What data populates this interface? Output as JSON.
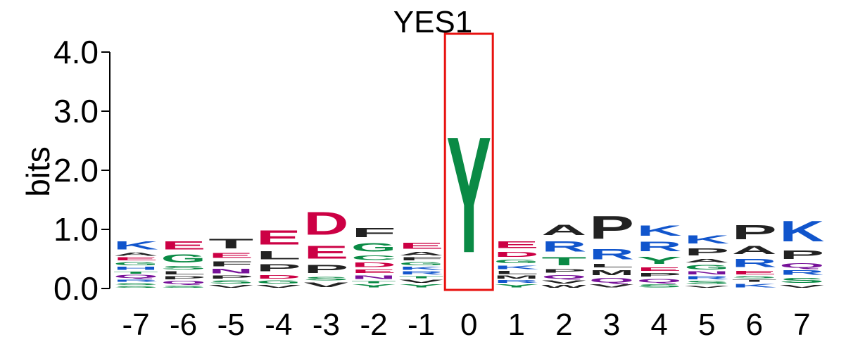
{
  "chart_data": {
    "type": "sequence-logo",
    "title": "YES1",
    "ylabel": "bits",
    "ylim": [
      0,
      4.0
    ],
    "yticks": [
      {
        "value": 0.0,
        "label": "0.0"
      },
      {
        "value": 1.0,
        "label": "1.0"
      },
      {
        "value": 2.0,
        "label": "2.0"
      },
      {
        "value": 3.0,
        "label": "3.0"
      },
      {
        "value": 4.0,
        "label": "4.0"
      }
    ],
    "highlighted_position": "0",
    "highlight_color": "#e8110f",
    "colors": {
      "green": "#0a8a45",
      "blue": "#1155cc",
      "red": "#cc0044",
      "purple": "#771199",
      "black": "#222222"
    },
    "positions": [
      {
        "label": "-7",
        "stack": [
          {
            "letter": "S",
            "bits": 0.05,
            "color": "green"
          },
          {
            "letter": "S",
            "bits": 0.05,
            "color": "green"
          },
          {
            "letter": "R",
            "bits": 0.06,
            "color": "blue"
          },
          {
            "letter": "Q",
            "bits": 0.08,
            "color": "purple"
          },
          {
            "letter": "T",
            "bits": 0.06,
            "color": "green"
          },
          {
            "letter": "H",
            "bits": 0.08,
            "color": "blue"
          },
          {
            "letter": "G",
            "bits": 0.08,
            "color": "green"
          },
          {
            "letter": "E",
            "bits": 0.08,
            "color": "red"
          },
          {
            "letter": "A",
            "bits": 0.08,
            "color": "black"
          },
          {
            "letter": "K",
            "bits": 0.22,
            "color": "blue"
          }
        ]
      },
      {
        "label": "-6",
        "stack": [
          {
            "letter": "S",
            "bits": 0.06,
            "color": "green"
          },
          {
            "letter": "Q",
            "bits": 0.08,
            "color": "purple"
          },
          {
            "letter": "P",
            "bits": 0.08,
            "color": "black"
          },
          {
            "letter": "L",
            "bits": 0.08,
            "color": "black"
          },
          {
            "letter": "S",
            "bits": 0.1,
            "color": "green"
          },
          {
            "letter": "G",
            "bits": 0.22,
            "color": "green"
          },
          {
            "letter": "E",
            "bits": 0.22,
            "color": "red"
          }
        ]
      },
      {
        "label": "-5",
        "stack": [
          {
            "letter": "V",
            "bits": 0.07,
            "color": "black"
          },
          {
            "letter": "S",
            "bits": 0.08,
            "color": "green"
          },
          {
            "letter": "P",
            "bits": 0.08,
            "color": "black"
          },
          {
            "letter": "N",
            "bits": 0.12,
            "color": "purple"
          },
          {
            "letter": "F",
            "bits": 0.14,
            "color": "black"
          },
          {
            "letter": "E",
            "bits": 0.14,
            "color": "red"
          },
          {
            "letter": "T",
            "bits": 0.26,
            "color": "black"
          }
        ]
      },
      {
        "label": "-4",
        "stack": [
          {
            "letter": "V",
            "bits": 0.07,
            "color": "black"
          },
          {
            "letter": "G",
            "bits": 0.08,
            "color": "green"
          },
          {
            "letter": "D",
            "bits": 0.1,
            "color": "red"
          },
          {
            "letter": "P",
            "bits": 0.2,
            "color": "black"
          },
          {
            "letter": "L",
            "bits": 0.22,
            "color": "black"
          },
          {
            "letter": "E",
            "bits": 0.38,
            "color": "red"
          }
        ]
      },
      {
        "label": "-3",
        "stack": [
          {
            "letter": "V",
            "bits": 0.12,
            "color": "black"
          },
          {
            "letter": "S",
            "bits": 0.1,
            "color": "green"
          },
          {
            "letter": "P",
            "bits": 0.22,
            "color": "black"
          },
          {
            "letter": "E",
            "bits": 0.35,
            "color": "red"
          },
          {
            "letter": "D",
            "bits": 0.62,
            "color": "red"
          }
        ]
      },
      {
        "label": "-2",
        "stack": [
          {
            "letter": "Y",
            "bits": 0.08,
            "color": "green"
          },
          {
            "letter": "T",
            "bits": 0.06,
            "color": "green"
          },
          {
            "letter": "N",
            "bits": 0.1,
            "color": "purple"
          },
          {
            "letter": "E",
            "bits": 0.1,
            "color": "red"
          },
          {
            "letter": "D",
            "bits": 0.12,
            "color": "red"
          },
          {
            "letter": "C",
            "bits": 0.12,
            "color": "green"
          },
          {
            "letter": "G",
            "bits": 0.24,
            "color": "green"
          },
          {
            "letter": "F",
            "bits": 0.25,
            "color": "black"
          }
        ]
      },
      {
        "label": "-1",
        "stack": [
          {
            "letter": "Y",
            "bits": 0.08,
            "color": "green"
          },
          {
            "letter": "V",
            "bits": 0.08,
            "color": "black"
          },
          {
            "letter": "T",
            "bits": 0.06,
            "color": "green"
          },
          {
            "letter": "R",
            "bits": 0.08,
            "color": "blue"
          },
          {
            "letter": "K",
            "bits": 0.08,
            "color": "blue"
          },
          {
            "letter": "G",
            "bits": 0.08,
            "color": "green"
          },
          {
            "letter": "F",
            "bits": 0.08,
            "color": "black"
          },
          {
            "letter": "A",
            "bits": 0.1,
            "color": "black"
          },
          {
            "letter": "E",
            "bits": 0.16,
            "color": "red"
          }
        ]
      },
      {
        "label": "0",
        "stack": [
          {
            "letter": "Y",
            "bits": 3.14,
            "color": "green"
          }
        ]
      },
      {
        "label": "1",
        "stack": [
          {
            "letter": "Y",
            "bits": 0.08,
            "color": "green"
          },
          {
            "letter": "R",
            "bits": 0.07,
            "color": "blue"
          },
          {
            "letter": "M",
            "bits": 0.08,
            "color": "black"
          },
          {
            "letter": "L",
            "bits": 0.08,
            "color": "black"
          },
          {
            "letter": "K",
            "bits": 0.1,
            "color": "blue"
          },
          {
            "letter": "G",
            "bits": 0.1,
            "color": "green"
          },
          {
            "letter": "D",
            "bits": 0.14,
            "color": "red"
          },
          {
            "letter": "E",
            "bits": 0.18,
            "color": "red"
          }
        ]
      },
      {
        "label": "2",
        "stack": [
          {
            "letter": "W",
            "bits": 0.07,
            "color": "black"
          },
          {
            "letter": "V",
            "bits": 0.08,
            "color": "black"
          },
          {
            "letter": "Q",
            "bits": 0.1,
            "color": "purple"
          },
          {
            "letter": "P",
            "bits": 0.1,
            "color": "black"
          },
          {
            "letter": "T",
            "bits": 0.22,
            "color": "green"
          },
          {
            "letter": "R",
            "bits": 0.28,
            "color": "blue"
          },
          {
            "letter": "A",
            "bits": 0.28,
            "color": "black"
          }
        ]
      },
      {
        "label": "3",
        "stack": [
          {
            "letter": "V",
            "bits": 0.08,
            "color": "black"
          },
          {
            "letter": "Q",
            "bits": 0.12,
            "color": "purple"
          },
          {
            "letter": "M",
            "bits": 0.14,
            "color": "black"
          },
          {
            "letter": "L",
            "bits": 0.1,
            "color": "black"
          },
          {
            "letter": "R",
            "bits": 0.28,
            "color": "blue"
          },
          {
            "letter": "P",
            "bits": 0.62,
            "color": "black"
          }
        ]
      },
      {
        "label": "4",
        "stack": [
          {
            "letter": "S",
            "bits": 0.08,
            "color": "green"
          },
          {
            "letter": "Q",
            "bits": 0.1,
            "color": "purple"
          },
          {
            "letter": "P",
            "bits": 0.1,
            "color": "black"
          },
          {
            "letter": "E",
            "bits": 0.1,
            "color": "red"
          },
          {
            "letter": "Y",
            "bits": 0.2,
            "color": "green"
          },
          {
            "letter": "R",
            "bits": 0.26,
            "color": "blue"
          },
          {
            "letter": "K",
            "bits": 0.28,
            "color": "blue"
          }
        ]
      },
      {
        "label": "5",
        "stack": [
          {
            "letter": "V",
            "bits": 0.06,
            "color": "black"
          },
          {
            "letter": "S",
            "bits": 0.08,
            "color": "green"
          },
          {
            "letter": "R",
            "bits": 0.08,
            "color": "blue"
          },
          {
            "letter": "N",
            "bits": 0.08,
            "color": "purple"
          },
          {
            "letter": "G",
            "bits": 0.12,
            "color": "green"
          },
          {
            "letter": "A",
            "bits": 0.1,
            "color": "black"
          },
          {
            "letter": "P",
            "bits": 0.2,
            "color": "black"
          },
          {
            "letter": "K",
            "bits": 0.22,
            "color": "blue"
          }
        ]
      },
      {
        "label": "6",
        "stack": [
          {
            "letter": "K",
            "bits": 0.1,
            "color": "blue"
          },
          {
            "letter": "T",
            "bits": 0.06,
            "color": "black"
          },
          {
            "letter": "S",
            "bits": 0.06,
            "color": "green"
          },
          {
            "letter": "E",
            "bits": 0.1,
            "color": "red"
          },
          {
            "letter": "R",
            "bits": 0.22,
            "color": "blue"
          },
          {
            "letter": "A",
            "bits": 0.22,
            "color": "black"
          },
          {
            "letter": "P",
            "bits": 0.38,
            "color": "black"
          }
        ]
      },
      {
        "label": "7",
        "stack": [
          {
            "letter": "V",
            "bits": 0.07,
            "color": "black"
          },
          {
            "letter": "S",
            "bits": 0.14,
            "color": "green"
          },
          {
            "letter": "R",
            "bits": 0.12,
            "color": "blue"
          },
          {
            "letter": "Q",
            "bits": 0.12,
            "color": "purple"
          },
          {
            "letter": "P",
            "bits": 0.24,
            "color": "black"
          },
          {
            "letter": "K",
            "bits": 0.56,
            "color": "blue"
          }
        ]
      }
    ]
  }
}
